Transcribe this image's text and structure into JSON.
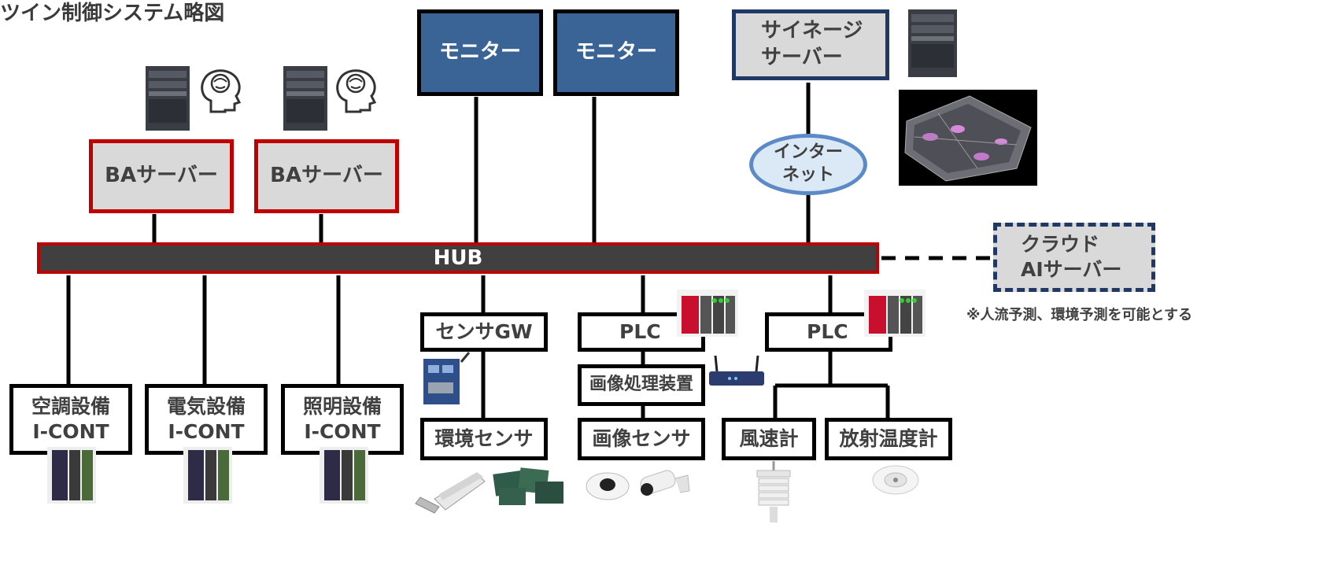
{
  "title": "ツイン制御システム略図",
  "monitors": [
    "モニター",
    "モニター"
  ],
  "signage_server": "サイネージ\nサーバー",
  "ba_servers": [
    "BAサーバー",
    "BAサーバー"
  ],
  "internet": "インター\nネット",
  "hub": "HUB",
  "cloud_server": "クラウド\nAIサーバー",
  "cloud_note": "※人流予測、環境予測を可能とする",
  "sensor_gw": "センサGW",
  "plc_labels": [
    "PLC",
    "PLC"
  ],
  "image_processor": "画像処理装置",
  "equipment": [
    {
      "line1": "空調設備",
      "line2": "I-CONT"
    },
    {
      "line1": "電気設備",
      "line2": "I-CONT"
    },
    {
      "line1": "照明設備",
      "line2": "I-CONT"
    }
  ],
  "env_sensor": "環境センサ",
  "image_sensor": "画像センサ",
  "anemometer": "風速計",
  "radiation_thermometer": "放射温度計",
  "colors": {
    "monitor": "#3a6396",
    "ba_border": "#c00000",
    "signage_border": "#1f3864",
    "hub": "#404040",
    "internet": "#dbe9f7"
  },
  "icons": [
    "tower-server-icon",
    "brain-head-icon",
    "3d-building-model-icon",
    "plc-module-icon",
    "controller-icon",
    "gateway-device-icon",
    "usb-sensor-icon",
    "sensor-boards-icon",
    "dome-camera-icon",
    "bullet-camera-icon",
    "weather-station-icon",
    "ceiling-sensor-icon",
    "router-icon"
  ]
}
